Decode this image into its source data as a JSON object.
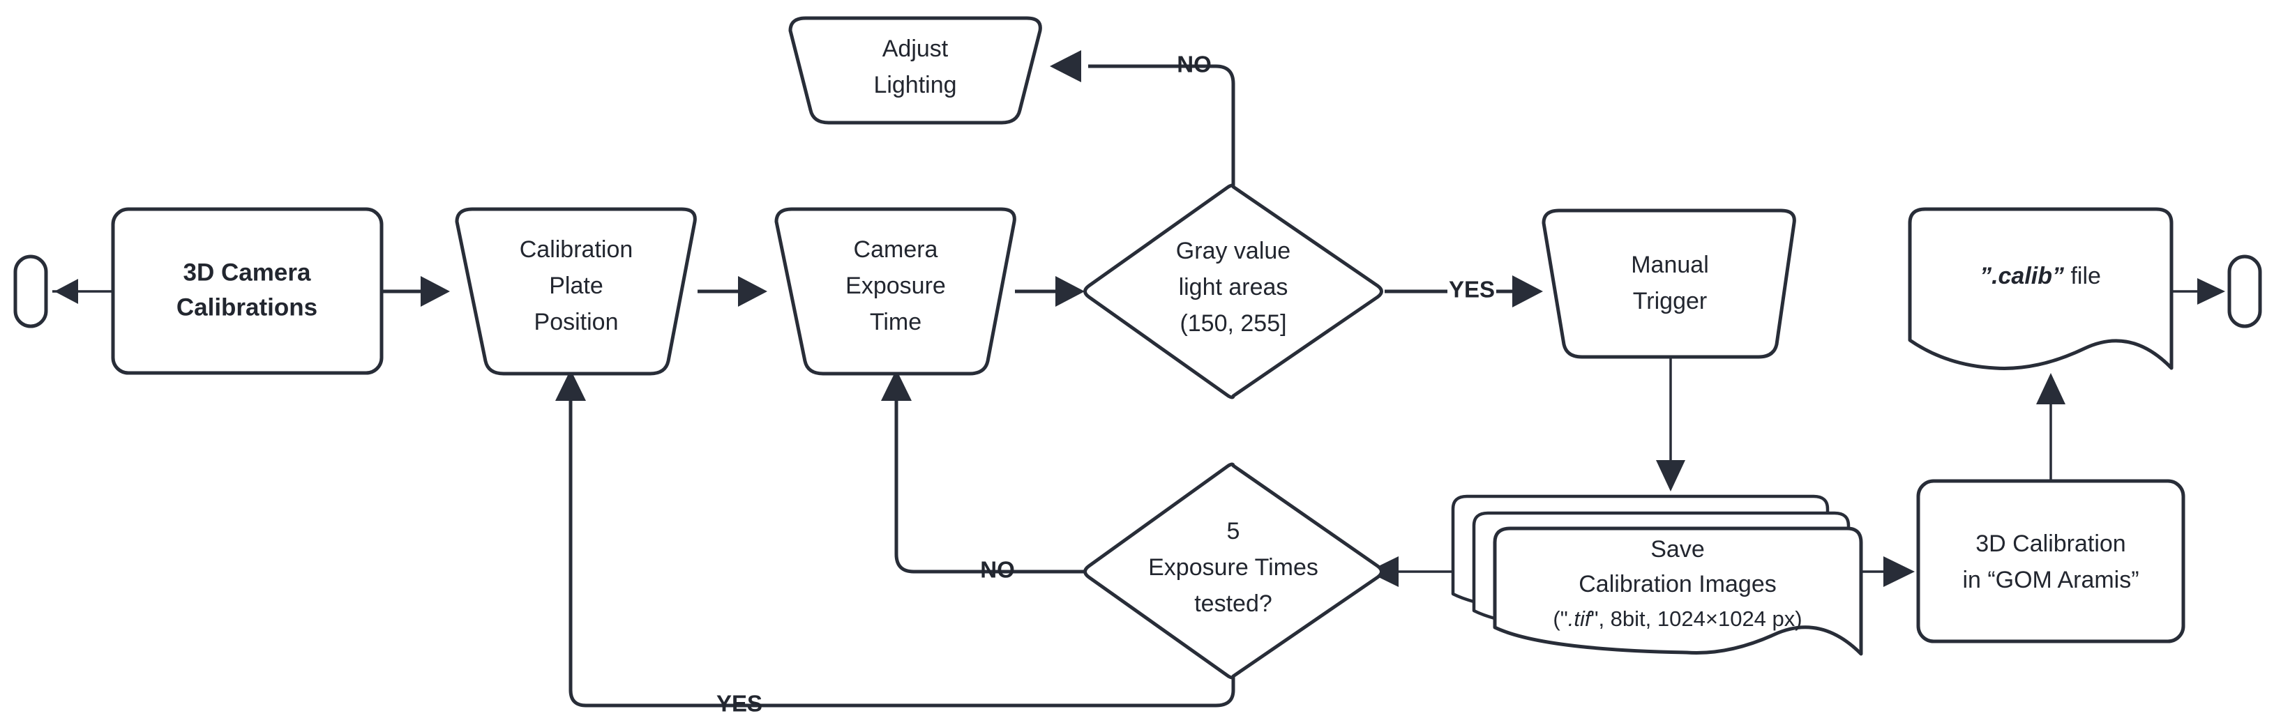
{
  "diagram": {
    "title": "3D Camera Calibration Process Flowchart",
    "stroke_color": "#282d38",
    "text_color": "#22262f",
    "background": "#ffffff"
  },
  "nodes": {
    "start_terminal": {
      "label": "",
      "shape": "terminator-pill"
    },
    "end_terminal": {
      "label": "",
      "shape": "terminator-pill"
    },
    "process_root": {
      "shape": "rounded-rectangle",
      "line1": "3D Camera",
      "line2": "Calibrations"
    },
    "plate_position": {
      "shape": "manual-operation-trapezoid",
      "line1": "Calibration",
      "line2": "Plate",
      "line3": "Position"
    },
    "exposure_time": {
      "shape": "manual-operation-trapezoid",
      "line1": "Camera",
      "line2": "Exposure",
      "line3": "Time"
    },
    "gray_value_decision": {
      "shape": "diamond",
      "line1": "Gray value",
      "line2": "light areas",
      "line3": "(150, 255]"
    },
    "adjust_lighting": {
      "shape": "manual-operation-trapezoid",
      "line1": "Adjust",
      "line2": "Lighting"
    },
    "manual_trigger": {
      "shape": "manual-operation-trapezoid",
      "line1": "Manual",
      "line2": "Trigger"
    },
    "save_images": {
      "shape": "multi-document",
      "line1": "Save",
      "line2": "Calibration Images",
      "line3_prefix": "(\"",
      "line3_italic": ".tif",
      "line3_suffix": "\", 8bit, 1024×1024 px)"
    },
    "exposure_count_decision": {
      "shape": "diamond",
      "line1": "5",
      "line2": "Exposure Times",
      "line3": "tested?"
    },
    "gom_calibration": {
      "shape": "rounded-rectangle",
      "line1": "3D Calibration",
      "line2": "in “GOM Aramis”"
    },
    "calib_file": {
      "shape": "document",
      "text_italic": "”.calib”",
      "text_plain": " file"
    }
  },
  "edges": {
    "root_to_start": {
      "label": ""
    },
    "root_to_plate": {
      "label": ""
    },
    "plate_to_exposure": {
      "label": ""
    },
    "exposure_to_gray": {
      "label": ""
    },
    "gray_no_to_lighting": {
      "label": "NO"
    },
    "gray_yes_to_trigger": {
      "label": "YES"
    },
    "trigger_to_save": {
      "label": ""
    },
    "save_to_count": {
      "label": ""
    },
    "count_no_to_exposure": {
      "label": "NO"
    },
    "count_yes_to_plate": {
      "label": "YES"
    },
    "save_to_gom": {
      "label": ""
    },
    "gom_to_calib": {
      "label": ""
    },
    "calib_to_end": {
      "label": ""
    }
  }
}
